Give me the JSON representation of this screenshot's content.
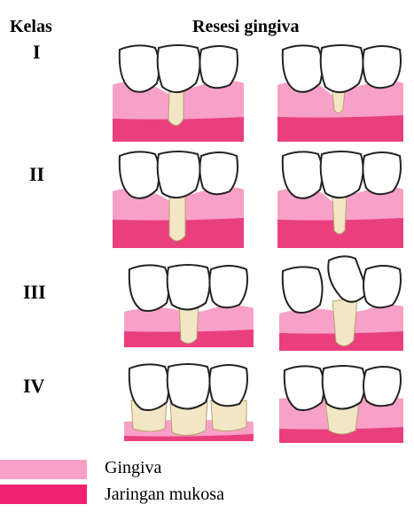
{
  "header": {
    "kelas_label": "Kelas",
    "title": "Resesi gingiva"
  },
  "classes": [
    "I",
    "II",
    "III",
    "IV"
  ],
  "legend": [
    {
      "label": "Gingiva",
      "color": "#f7a1c8"
    },
    {
      "label": "Jaringan mukosa",
      "color": "#f0236e"
    }
  ],
  "colors": {
    "gingiva": "#f7a1c8",
    "mucosa": "#e9407d",
    "root": "#f3e6c5",
    "tooth_outline": "#222222"
  }
}
